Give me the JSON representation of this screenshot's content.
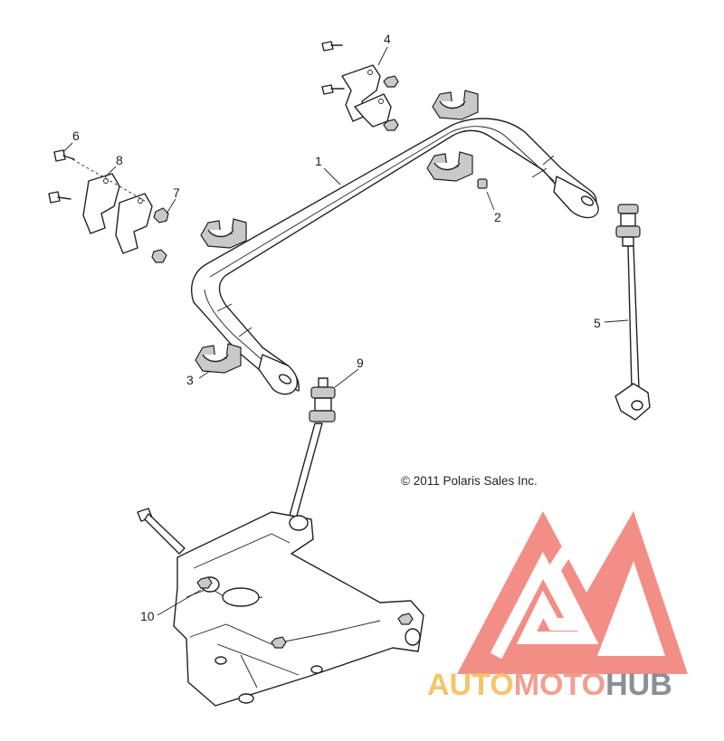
{
  "diagram": {
    "copyright": "© 2011 Polaris Sales Inc.",
    "callouts": [
      {
        "id": "1",
        "text": "1"
      },
      {
        "id": "2",
        "text": "2"
      },
      {
        "id": "3",
        "text": "3"
      },
      {
        "id": "4",
        "text": "4"
      },
      {
        "id": "5",
        "text": "5"
      },
      {
        "id": "6",
        "text": "6"
      },
      {
        "id": "7",
        "text": "7"
      },
      {
        "id": "8",
        "text": "8"
      },
      {
        "id": "9",
        "text": "9"
      },
      {
        "id": "10",
        "text": "10"
      }
    ]
  },
  "watermark": {
    "part1": "AUTO",
    "part2": "MOTO",
    "part3": "HUB",
    "colors": {
      "auto": "#f5c569",
      "moto": "#f0a090",
      "hub": "#8a8f96",
      "logo": "#f28e86"
    }
  }
}
